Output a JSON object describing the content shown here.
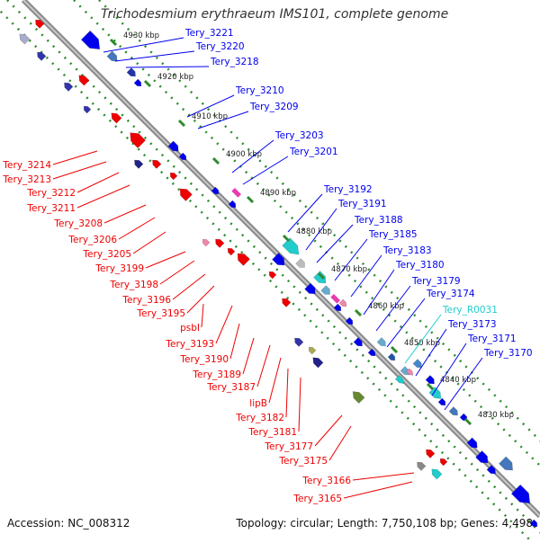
{
  "title": "Trichodesmium erythraeum IMS101, complete genome",
  "accession": "Accession: NC_008312",
  "footer": "Topology: circular; Length: 7,750,108 bp; Genes: 4,498",
  "colors": {
    "backbone": "#8a8a8a",
    "scale_dots": "#2e8b2e",
    "forward": "#0000ee",
    "reverse": "#ee0000",
    "rna": "#22cccc",
    "pseudo": "#e83cae"
  },
  "scale_ticks": [
    "4930 kbp",
    "4920 kbp",
    "4910 kbp",
    "4900 kbp",
    "4890 kbp",
    "4880 kbp",
    "4870 kbp",
    "4860 kbp",
    "4850 kbp",
    "4840 kbp",
    "4830 kbp"
  ],
  "forward_genes": [
    "Tery_3221",
    "Tery_3220",
    "Tery_3218",
    "Tery_3210",
    "Tery_3209",
    "Tery_3203",
    "Tery_3201",
    "Tery_3192",
    "Tery_3191",
    "Tery_3188",
    "Tery_3185",
    "Tery_3183",
    "Tery_3180",
    "Tery_3179",
    "Tery_3174",
    "Tery_R0031",
    "Tery_3173",
    "Tery_3171",
    "Tery_3170"
  ],
  "reverse_genes": [
    "Tery_3214",
    "Tery_3213",
    "Tery_3212",
    "Tery_3211",
    "Tery_3208",
    "Tery_3206",
    "Tery_3205",
    "Tery_3199",
    "Tery_3198",
    "Tery_3196",
    "Tery_3195",
    "psbI",
    "Tery_3193",
    "Tery_3190",
    "Tery_3189",
    "Tery_3187",
    "lipB",
    "Tery_3182",
    "Tery_3181",
    "Tery_3177",
    "Tery_3175",
    "Tery_3166",
    "Tery_3165"
  ]
}
